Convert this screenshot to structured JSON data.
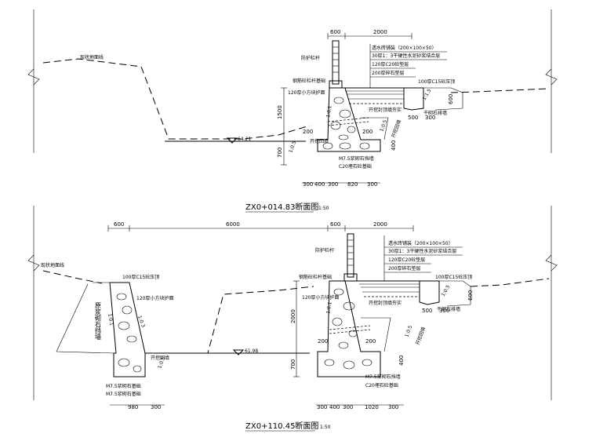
{
  "sections": [
    {
      "title": "ZX0+014.83断面图",
      "scale": "1:50",
      "labels": {
        "original_ground": "现状地面线",
        "railing_top": "防护栏杆",
        "railing_base": "钢筋砼栏杆基础",
        "paving": "透水砖铺装（200×100×50）",
        "layer1": "30厚1：3干硬性水泥砂浆结合层",
        "layer2": "120厚C20砼垫层",
        "layer3": "200厚碎石垫层",
        "pavement_fill": "开挖封顶填夯实",
        "concrete_top": "100厚C15砼压顶",
        "gutter_wall": "干砌石排墙",
        "slope_protect": "120厚小方块护面",
        "excavation_fill": "开挖回填",
        "backfill_side": "开挖回填",
        "mortar_masonry": "M7.5浆砌石挡墙",
        "c20_base": "C20埋石砼基础",
        "water_level": "64.21",
        "ratio_wall": "1:0.1",
        "ratio_back": "1:0.5",
        "ratio_slope": "1:0.5",
        "ratio_left": "1:0.5",
        "ratio_side": "1:1.5"
      },
      "dims": {
        "top_600": "600",
        "top_2000": "2000",
        "h_1500": "1500",
        "h_700": "700",
        "h_600": "600",
        "h_400": "400",
        "w_200a": "200",
        "w_200b": "200",
        "w_500": "500",
        "w_300": "300",
        "bot": [
          "300",
          "400",
          "300",
          "820",
          "300"
        ]
      }
    },
    {
      "title": "ZX0+110.45断面图",
      "scale": "1:50",
      "labels": {
        "original_ground": "现状地面线",
        "railing_top": "防护栏杆",
        "railing_base": "钢筋砼栏杆基础",
        "paving": "透水砖铺装（200×100×50）",
        "layer1": "30厚1：3干硬性水泥砂浆结合层",
        "layer2": "120厚C20砼垫层",
        "layer3": "200厚碎石垫层",
        "pavement_fill": "开挖封顶填夯实",
        "concrete_top_left": "100厚C15砼压顶",
        "concrete_top_right": "100厚C15砼压顶",
        "slope_protect_left": "120厚小方块护面",
        "slope_protect_right": "120厚小方块护面",
        "left_wall_vertical": "原浆砌石挡墙",
        "gutter_wall": "干砌石排墙",
        "excavation_fill_left": "开挖回填",
        "excavation_fill_right": "开挖回填",
        "mortar_masonry_left1": "M7.5浆砌石基础",
        "mortar_masonry_left2": "M7.5浆砌石基础",
        "mortar_masonry_right": "M7.5浆砌石挡墙",
        "c20_base": "C20埋石砼基础",
        "water_level": "61.98",
        "ratio_a": "1:0.1",
        "ratio_b": "1:0.3",
        "ratio_c": "1:0.1",
        "ratio_d": "1:0.5",
        "ratio_e": "1:0.5",
        "ratio_f": "1:0.5"
      },
      "dims": {
        "top_600a": "600",
        "top_6000": "6000",
        "top_600b": "600",
        "top_2000": "2000",
        "h_2000": "2000",
        "h_700": "700",
        "h_600": "600",
        "h_400": "400",
        "w_200a": "200",
        "w_200b": "200",
        "w_500": "500",
        "w_300": "300",
        "bot_left": [
          "980",
          "300"
        ],
        "bot_right": [
          "300",
          "400",
          "300",
          "1020",
          "300"
        ]
      }
    }
  ],
  "footer_partial": "□"
}
